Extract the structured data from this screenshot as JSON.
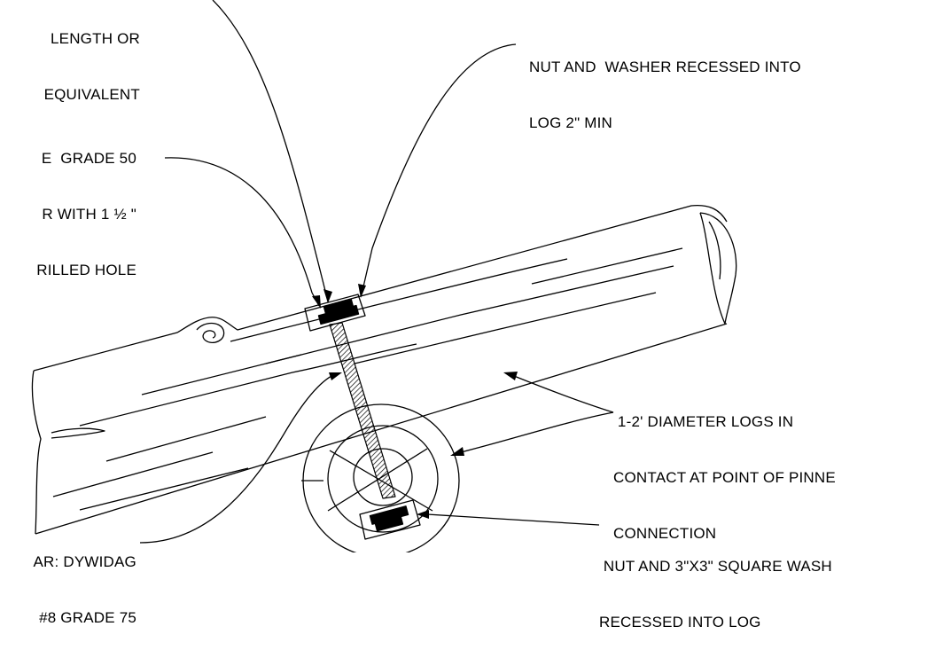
{
  "labels": {
    "top_left": [
      "LENGTH OR",
      "EQUIVALENT"
    ],
    "grade50": [
      "E  GRADE 50",
      "R WITH 1 ½ \"",
      "RILLED HOLE"
    ],
    "top_right": [
      "NUT AND  WASHER RECESSED INTO",
      "LOG 2\" MIN"
    ],
    "right_mid": [
      " 1-2' DIAMETER LOGS IN",
      "CONTACT AT POINT OF PINNE",
      "CONNECTION"
    ],
    "right_bottom": [
      " NUT AND 3\"X3\" SQUARE WASH",
      "RECESSED INTO LOG"
    ],
    "bottom_left": [
      "AR: DYWIDAG",
      "#8 GRADE 75"
    ]
  },
  "colors": {
    "ink": "#000000",
    "paper": "#ffffff"
  }
}
